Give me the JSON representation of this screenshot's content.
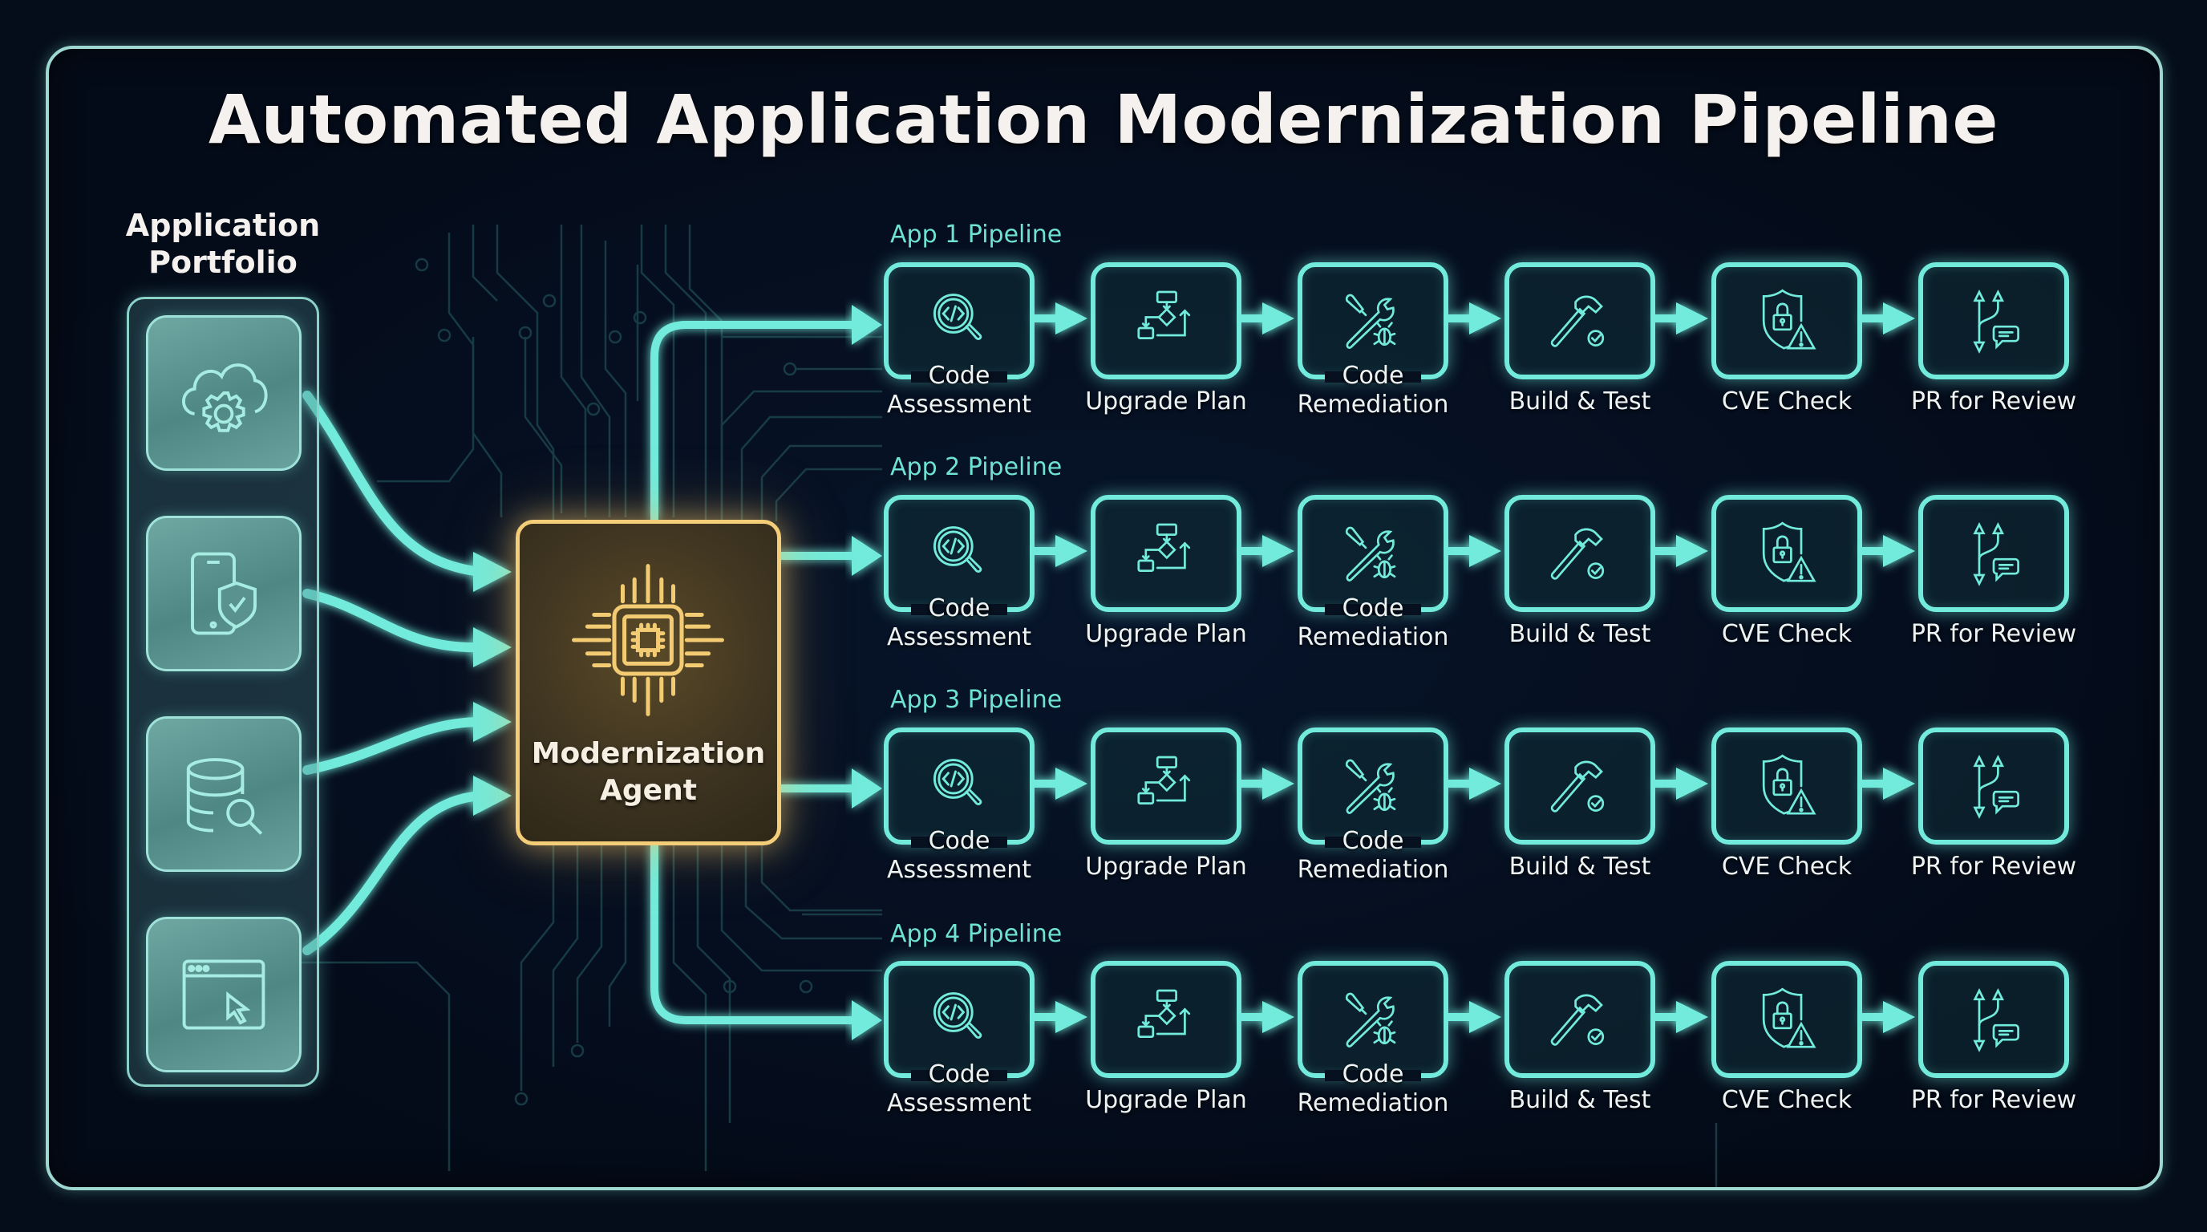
{
  "title": "Automated Application Modernization Pipeline",
  "portfolio": {
    "label_line1": "Application",
    "label_line2": "Portfolio",
    "items": [
      {
        "icon": "cloud-gear-icon"
      },
      {
        "icon": "mobile-shield-check-icon"
      },
      {
        "icon": "database-search-icon"
      },
      {
        "icon": "browser-cursor-icon"
      }
    ]
  },
  "agent": {
    "label_line1": "Modernization",
    "label_line2": "Agent",
    "icon": "cpu-chip-icon"
  },
  "stages": [
    {
      "label_line1": "Code",
      "label_line2": "Assessment",
      "icon": "code-search-icon"
    },
    {
      "label_line1": "Upgrade Plan",
      "label_line2": "",
      "icon": "flowchart-icon"
    },
    {
      "label_line1": "Code",
      "label_line2": "Remediation",
      "icon": "tools-bug-icon"
    },
    {
      "label_line1": "Build & Test",
      "label_line2": "",
      "icon": "hammer-check-icon"
    },
    {
      "label_line1": "CVE Check",
      "label_line2": "",
      "icon": "shield-lock-warning-icon"
    },
    {
      "label_line1": "PR for Review",
      "label_line2": "",
      "icon": "branch-comment-icon"
    }
  ],
  "pipelines": [
    {
      "label": "App 1 Pipeline"
    },
    {
      "label": "App 2 Pipeline"
    },
    {
      "label": "App 3 Pipeline"
    },
    {
      "label": "App 4 Pipeline"
    }
  ],
  "colors": {
    "background": "#050d1a",
    "accent_cyan": "#72ebdc",
    "agent_gold": "#f4cd78",
    "frame": "#9fd8d0",
    "text": "#f4f1ee",
    "row_label": "#6fe3d3"
  }
}
